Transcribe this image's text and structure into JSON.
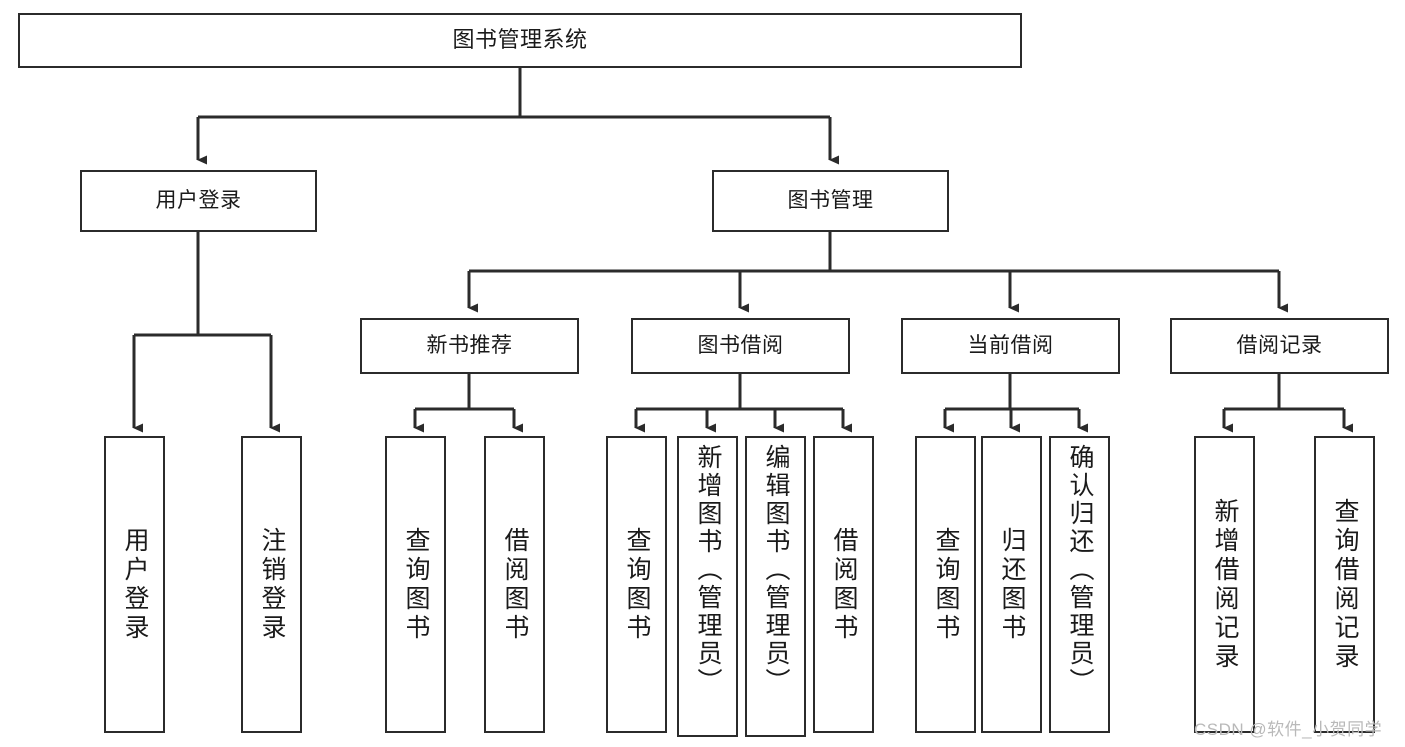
{
  "diagram": {
    "title": "图书管理系统",
    "type": "tree-hierarchy",
    "watermark": "CSDN @软件_小贺同学",
    "colors": {
      "box_border": "#2b2b2b",
      "box_fill": "#ffffff",
      "line": "#2b2b2b",
      "text": "#1a1a1a",
      "watermark": "#b9b9b9",
      "background": "#ffffff"
    },
    "root": {
      "label": "图书管理系统"
    },
    "level2": [
      {
        "id": "user-login",
        "label": "用户登录"
      },
      {
        "id": "book-manage",
        "label": "图书管理"
      }
    ],
    "level3": [
      {
        "id": "new-book-recommend",
        "label": "新书推荐",
        "parent": "book-manage"
      },
      {
        "id": "book-borrow",
        "label": "图书借阅",
        "parent": "book-manage"
      },
      {
        "id": "current-borrow",
        "label": "当前借阅",
        "parent": "book-manage"
      },
      {
        "id": "borrow-record",
        "label": "借阅记录",
        "parent": "book-manage"
      }
    ],
    "leaves": {
      "user-login": [
        {
          "id": "leaf-user-login",
          "label": "用户登录"
        },
        {
          "id": "leaf-logout",
          "label": "注销登录"
        }
      ],
      "new-book-recommend": [
        {
          "id": "leaf-query-book-1",
          "label": "查询图书"
        },
        {
          "id": "leaf-borrow-book-1",
          "label": "借阅图书"
        }
      ],
      "book-borrow": [
        {
          "id": "leaf-query-book-2",
          "label": "查询图书"
        },
        {
          "id": "leaf-add-book",
          "label": "新增图书（管理员）"
        },
        {
          "id": "leaf-edit-book",
          "label": "编辑图书（管理员）"
        },
        {
          "id": "leaf-borrow-book-2",
          "label": "借阅图书"
        }
      ],
      "current-borrow": [
        {
          "id": "leaf-query-book-3",
          "label": "查询图书"
        },
        {
          "id": "leaf-return-book",
          "label": "归还图书"
        },
        {
          "id": "leaf-confirm-return",
          "label": "确认归还（管理员）"
        }
      ],
      "borrow-record": [
        {
          "id": "leaf-add-record",
          "label": "新增借阅记录"
        },
        {
          "id": "leaf-query-record",
          "label": "查询借阅记录"
        }
      ]
    }
  }
}
